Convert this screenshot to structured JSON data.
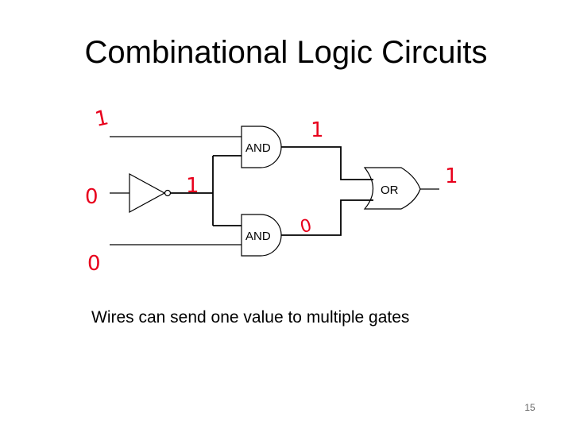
{
  "slide": {
    "title": "Combinational Logic Circuits",
    "caption": "Wires can send one value to multiple gates",
    "page_number": "15"
  },
  "gates": {
    "and_top": "AND",
    "and_bottom": "AND",
    "or_gate": "OR"
  },
  "annotations": {
    "input_a": "1",
    "input_b": "0",
    "input_c": "0",
    "not_output": "1",
    "and_top_output": "1",
    "and_bottom_output": "0",
    "or_output": "1"
  },
  "colors": {
    "wire": "#000000",
    "annotation": "#e8001c"
  }
}
